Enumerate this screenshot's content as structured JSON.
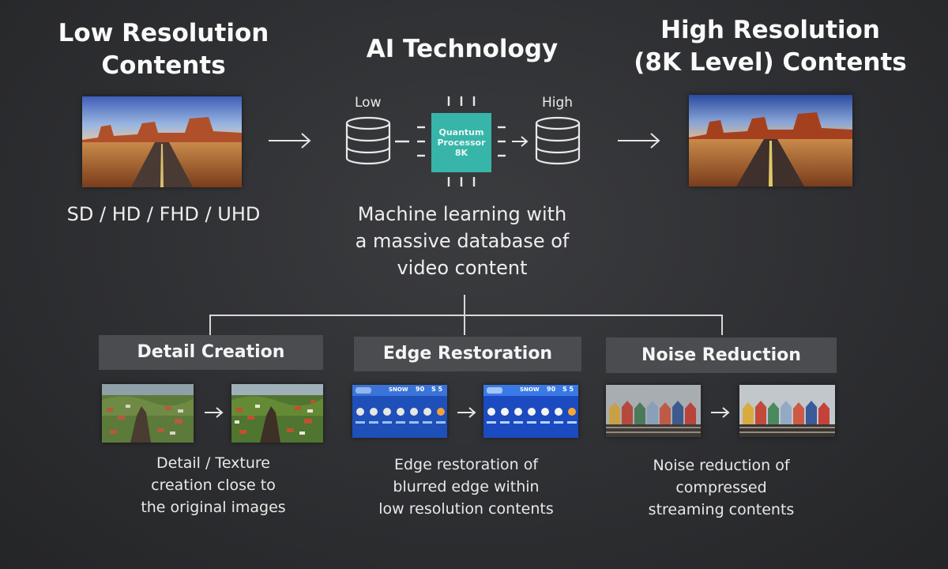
{
  "left": {
    "title_line1": "Low Resolution",
    "title_line2": "Contents",
    "formats": "SD / HD / FHD / UHD"
  },
  "center": {
    "title": "AI Technology",
    "low_label": "Low",
    "high_label": "High",
    "chip_text": "Quantum\nProcessor\n8K",
    "desc_line1": "Machine learning with",
    "desc_line2": "a massive database of",
    "desc_line3": "video content"
  },
  "right": {
    "title_line1": "High Resolution",
    "title_line2": "(8K Level) Contents"
  },
  "features": [
    {
      "title": "Detail Creation",
      "caption_line1": "Detail / Texture",
      "caption_line2": "creation close to",
      "caption_line3": "the original images"
    },
    {
      "title": "Edge Restoration",
      "caption_line1": "Edge restoration of",
      "caption_line2": "blurred edge within",
      "caption_line3": "low resolution contents",
      "weather_snow": "SNOW",
      "weather_temp": "90",
      "weather_s": "S 5"
    },
    {
      "title": "Noise Reduction",
      "caption_line1": "Noise reduction of",
      "caption_line2": "compressed",
      "caption_line3": "streaming contents"
    }
  ],
  "colors": {
    "background": "#2e2f32",
    "chip": "#37b5a9",
    "title_bar": "#4b4c50",
    "weather_blue": "#1f4fb8"
  }
}
